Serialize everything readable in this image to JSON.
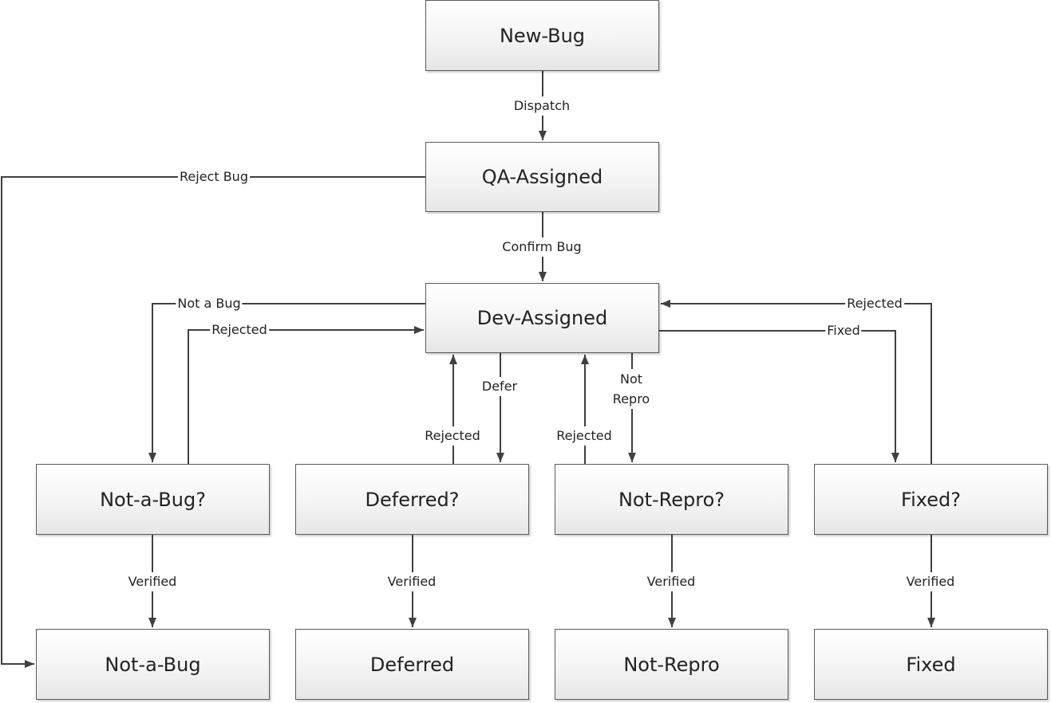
{
  "nodes": {
    "new_bug": "New-Bug",
    "qa_assigned": "QA-Assigned",
    "dev_assigned": "Dev-Assigned",
    "not_a_bug_q": "Not-a-Bug?",
    "deferred_q": "Deferred?",
    "not_repro_q": "Not-Repro?",
    "fixed_q": "Fixed?",
    "not_a_bug": "Not-a-Bug",
    "deferred": "Deferred",
    "not_repro": "Not-Repro",
    "fixed": "Fixed"
  },
  "edges": {
    "dispatch": "Dispatch",
    "reject_bug": "Reject Bug",
    "confirm_bug": "Confirm Bug",
    "not_a_bug": "Not a Bug",
    "rejected_from_not_a_bug": "Rejected",
    "defer": "Defer",
    "rejected_from_deferred": "Rejected",
    "not_repro": "Not\nRepro",
    "rejected_from_not_repro": "Rejected",
    "rejected_from_fixed": "Rejected",
    "fixed": "Fixed",
    "verified_not_a_bug": "Verified",
    "verified_deferred": "Verified",
    "verified_not_repro": "Verified",
    "verified_fixed": "Verified"
  },
  "colors": {
    "line": "#404040",
    "node_border": "#5a5a5a",
    "text": "#222222"
  }
}
